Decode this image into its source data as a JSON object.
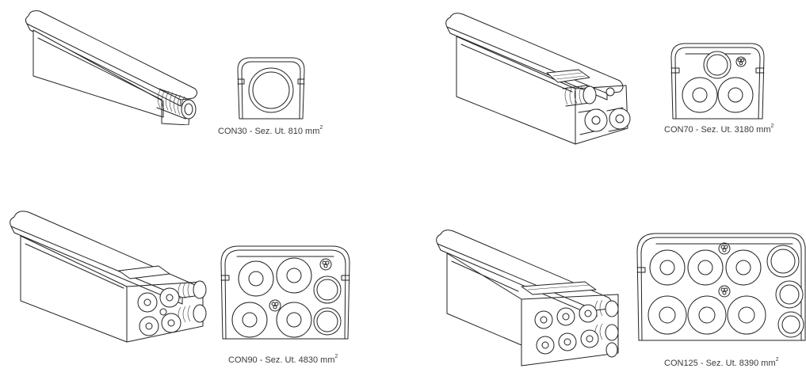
{
  "products": [
    {
      "code": "CON30",
      "label": "CON30 - Sez. Ut. 810 mm",
      "unit_sup": "2"
    },
    {
      "code": "CON70",
      "label": "CON70 - Sez. Ut. 3180 mm",
      "unit_sup": "2"
    },
    {
      "code": "CON90",
      "label": "CON90 - Sez. Ut. 4830 mm",
      "unit_sup": "2"
    },
    {
      "code": "CON125",
      "label": "CON125 - Sez. Ut. 8390 mm",
      "unit_sup": "2"
    }
  ]
}
